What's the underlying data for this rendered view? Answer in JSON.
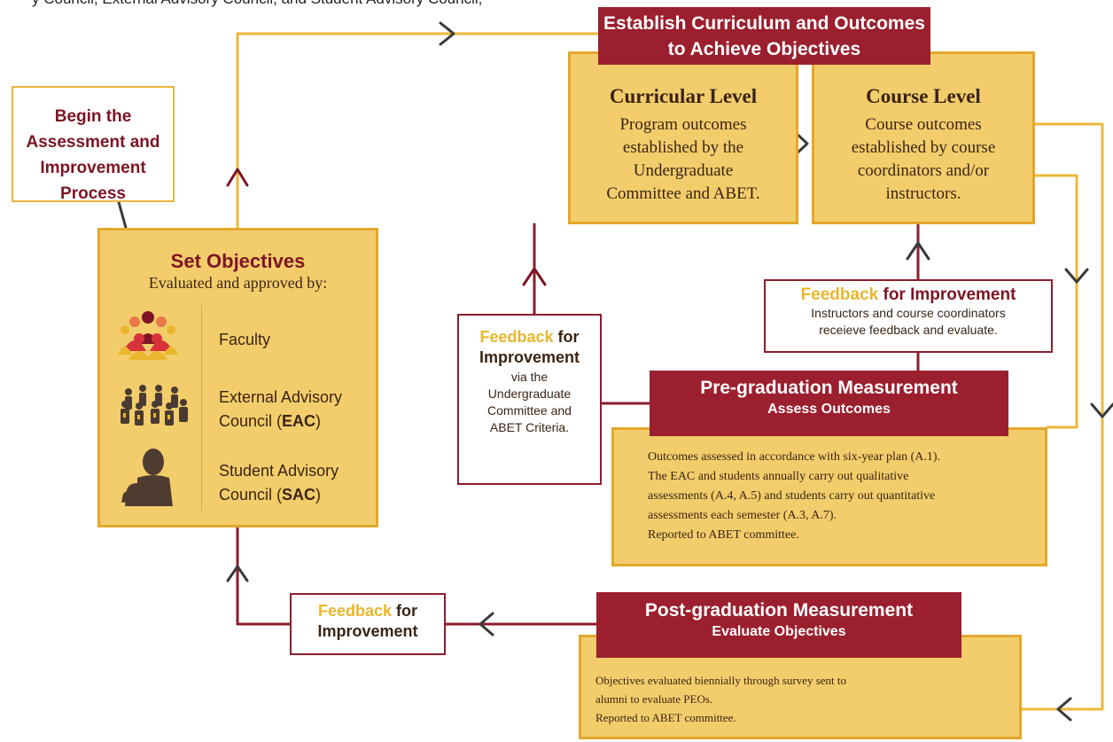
{
  "top_cut_text": "y Council, External Advisory Council, and Student Advisory Council,",
  "establish": {
    "line1": "Establish Curriculum and Outcomes",
    "line2": "to Achieve Objectives"
  },
  "curricular_level": {
    "title": "Curricular Level",
    "lines": [
      "Program outcomes",
      "established by the",
      "Undergraduate",
      "Committee and ABET."
    ]
  },
  "course_level": {
    "title": "Course Level",
    "lines": [
      "Course outcomes",
      "established by course",
      "coordinators and/or",
      "instructors."
    ]
  },
  "begin": {
    "lines": [
      "Begin the",
      "Assessment and",
      "Improvement",
      "Process"
    ]
  },
  "set_objectives": {
    "title": "Set Objectives",
    "subtitle": "Evaluated and approved by:",
    "members": [
      {
        "label": "Faculty",
        "icon": "faculty-group-icon"
      },
      {
        "label1": "External Advisory",
        "label2_pre": "Council (",
        "abbr": "EAC",
        "label2_post": ")",
        "icon": "advisory-council-icon"
      },
      {
        "label1": "Student Advisory",
        "label2_pre": "Council (",
        "abbr": "SAC",
        "label2_post": ")",
        "icon": "student-silhouette-icon"
      }
    ]
  },
  "feedback_left": {
    "word": "Feedback",
    "for": "for",
    "line2": "Improvement",
    "small": [
      "via the",
      "Undergraduate",
      "Committee and",
      "ABET Criteria."
    ]
  },
  "feedback_course": {
    "word": "Feedback",
    "rest": "for Improvement",
    "small": [
      "Instructors and course coordinators",
      "receieve feedback and evaluate."
    ]
  },
  "pre_graduation": {
    "title": "Pre-graduation Measurement",
    "subtitle": "Assess Outcomes",
    "lines": [
      "Outcomes assessed in accordance with six-year plan (A.1).",
      "The EAC and students annually carry out qualitative",
      "assessments (A.4, A.5) and students carry out quantitative",
      "assessments each semester (A.3, A.7).",
      "Reported to ABET committee."
    ]
  },
  "post_graduation": {
    "title": "Post-graduation Measurement",
    "subtitle": "Evaluate Objectives",
    "lines": [
      "Objectives evaluated biennially through survey sent to",
      "alumni to evaluate PEOs.",
      "Reported to ABET committee."
    ]
  },
  "feedback_bottom": {
    "word": "Feedback",
    "for": "for",
    "line2": "Improvement"
  },
  "colors": {
    "gold_fill": "#f3cd6b",
    "gold_border": "#e2a82c",
    "gold_line": "#edb83a",
    "maroon": "#9b1f2e",
    "maroon_line": "#8b1e2c",
    "feedback_word": "#e9b62d"
  }
}
